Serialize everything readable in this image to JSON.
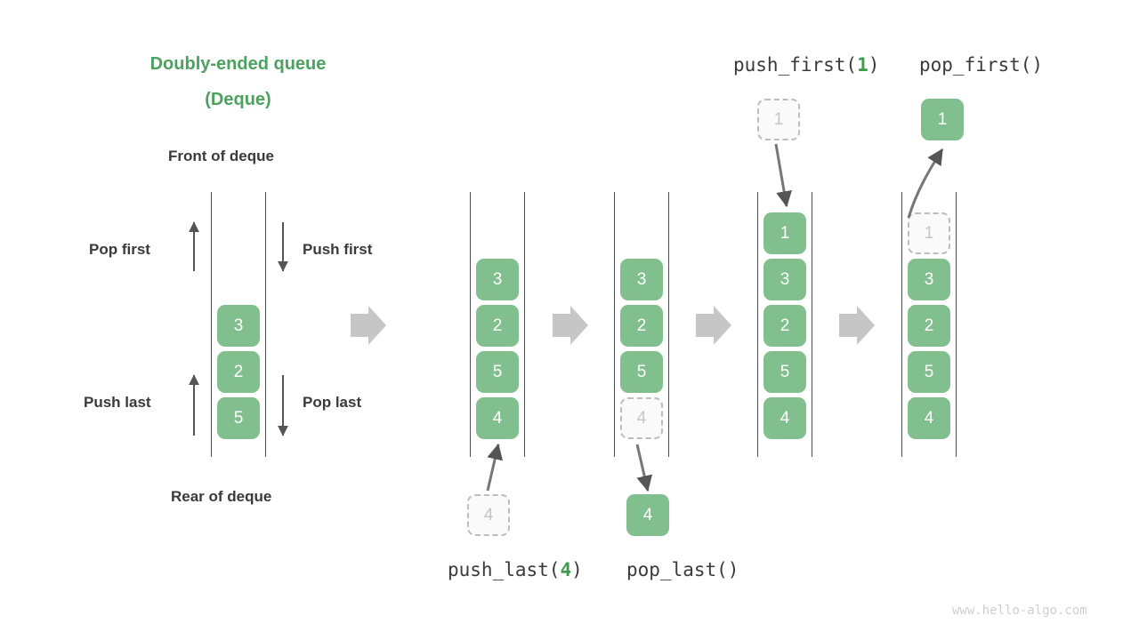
{
  "diagram": {
    "title_line1": "Doubly-ended queue",
    "title_line2": "(Deque)",
    "front_label": "Front of deque",
    "rear_label": "Rear of deque",
    "watermark": "www.hello-algo.com",
    "accent_green": "#4ca15e",
    "block_green": "#81bf8f",
    "ghost_gray": "#c6c6c6",
    "arrow_gray": "#555555",
    "step_arrow_gray": "#c6c6c6"
  },
  "legend": {
    "pop_first": "Pop first",
    "push_first": "Push first",
    "push_last": "Push last",
    "pop_last": "Pop last"
  },
  "operations": {
    "push_first": {
      "name": "push_first(",
      "arg": "1",
      "close": ")"
    },
    "pop_first": {
      "name": "pop_first()",
      "arg": "",
      "close": ""
    },
    "push_last": {
      "name": "push_last(",
      "arg": "4",
      "close": ")"
    },
    "pop_last": {
      "name": "pop_last()",
      "arg": "",
      "close": ""
    }
  },
  "stages": [
    {
      "name": "initial-deque",
      "items": [
        {
          "value": "3",
          "state": "filled"
        },
        {
          "value": "2",
          "state": "filled"
        },
        {
          "value": "5",
          "state": "filled"
        }
      ]
    },
    {
      "name": "after-push-last",
      "items": [
        {
          "value": "3",
          "state": "filled"
        },
        {
          "value": "2",
          "state": "filled"
        },
        {
          "value": "5",
          "state": "filled"
        },
        {
          "value": "4",
          "state": "filled"
        }
      ]
    },
    {
      "name": "during-pop-last",
      "items": [
        {
          "value": "3",
          "state": "filled"
        },
        {
          "value": "2",
          "state": "filled"
        },
        {
          "value": "5",
          "state": "filled"
        },
        {
          "value": "4",
          "state": "ghost"
        }
      ]
    },
    {
      "name": "after-push-first",
      "items": [
        {
          "value": "1",
          "state": "filled"
        },
        {
          "value": "3",
          "state": "filled"
        },
        {
          "value": "2",
          "state": "filled"
        },
        {
          "value": "5",
          "state": "filled"
        },
        {
          "value": "4",
          "state": "filled"
        }
      ]
    },
    {
      "name": "during-pop-first",
      "items": [
        {
          "value": "1",
          "state": "ghost"
        },
        {
          "value": "3",
          "state": "filled"
        },
        {
          "value": "2",
          "state": "filled"
        },
        {
          "value": "5",
          "state": "filled"
        },
        {
          "value": "4",
          "state": "filled"
        }
      ]
    }
  ],
  "floating_blocks": {
    "push_last_source": {
      "value": "4",
      "state": "ghost"
    },
    "pop_last_result": {
      "value": "4",
      "state": "filled"
    },
    "push_first_source": {
      "value": "1",
      "state": "ghost"
    },
    "pop_first_result": {
      "value": "1",
      "state": "filled"
    }
  }
}
